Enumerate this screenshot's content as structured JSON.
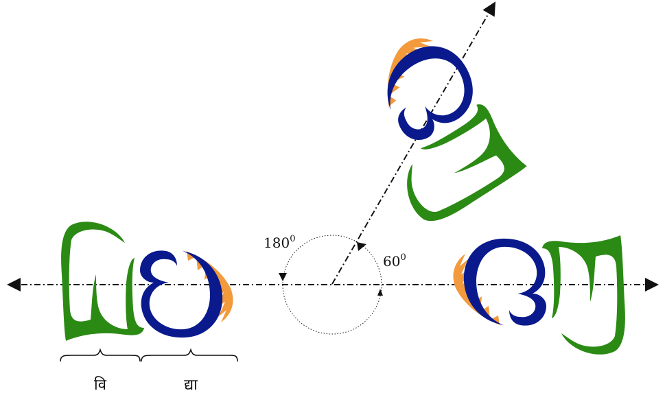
{
  "colors": {
    "green": "#2b8a14",
    "blue": "#0a1a8c",
    "orange": "#f29a3c",
    "axis": "#111111"
  },
  "angles": {
    "large": {
      "value": "180",
      "unit": "0"
    },
    "small": {
      "value": "60",
      "unit": "0"
    }
  },
  "braces": {
    "left": "वि",
    "right": "द्या"
  }
}
